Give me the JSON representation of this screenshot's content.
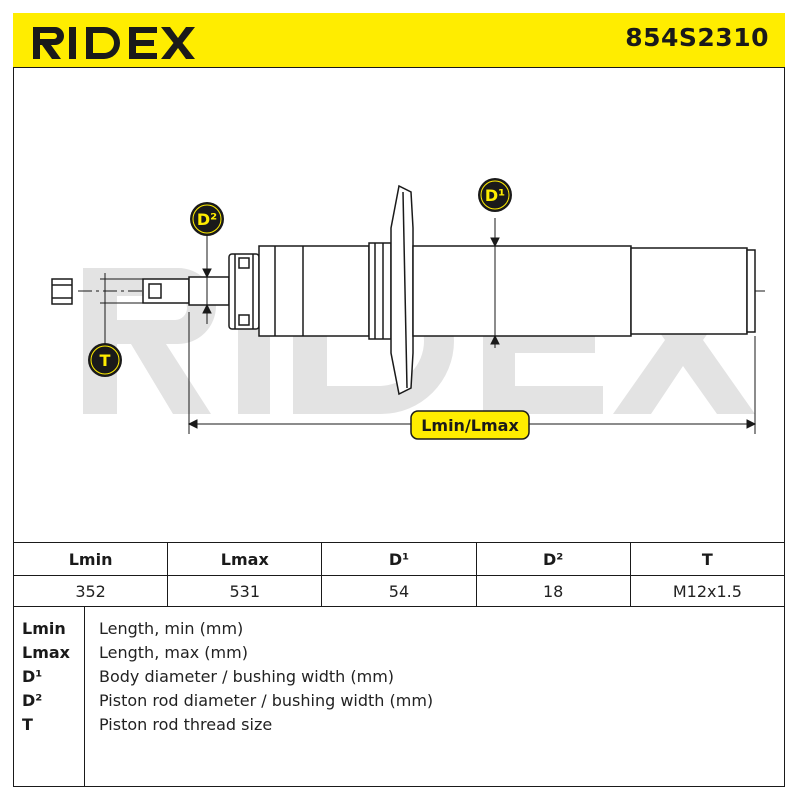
{
  "header": {
    "brand": "RIDEX",
    "part_number": "854S2310",
    "background_color": "#ffed00"
  },
  "diagram": {
    "watermark": "RIDEX",
    "labels": {
      "d1": "D¹",
      "d2": "D²",
      "t": "T",
      "length": "Lmin/Lmax"
    }
  },
  "spec_table": {
    "headers": [
      "Lmin",
      "Lmax",
      "D¹",
      "D²",
      "T"
    ],
    "values": [
      "352",
      "531",
      "54",
      "18",
      "M12x1.5"
    ]
  },
  "legend": {
    "items": [
      {
        "key": "Lmin",
        "desc": "Length, min (mm)"
      },
      {
        "key": "Lmax",
        "desc": "Length, max (mm)"
      },
      {
        "key": "D¹",
        "desc": "Body diameter / bushing width (mm)"
      },
      {
        "key": "D²",
        "desc": "Piston rod diameter / bushing width (mm)"
      },
      {
        "key": "T",
        "desc": "Piston rod thread size"
      }
    ]
  }
}
